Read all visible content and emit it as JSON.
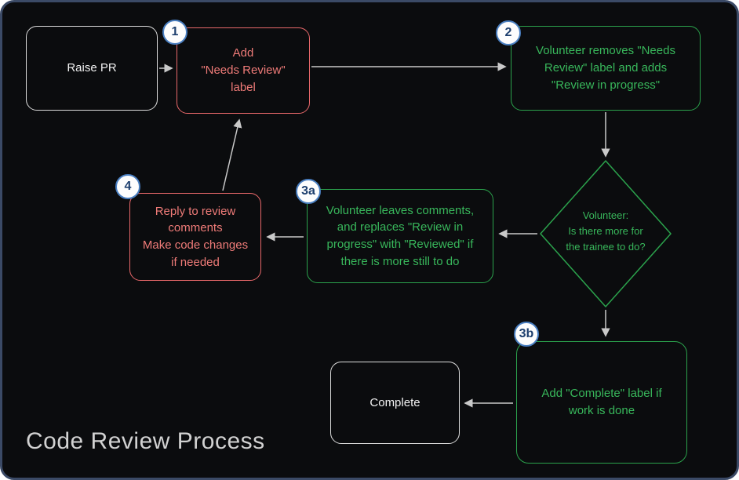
{
  "title": "Code Review Process",
  "colors": {
    "background": "#0b0c0e",
    "frame_border": "#3b4a66",
    "red_node": "#e8686a",
    "green_node": "#2ba24c",
    "plain_node": "#dcdcdc",
    "badge_border": "#4a7fc1",
    "badge_text": "#1d3f6e",
    "arrow": "#c9c9c9",
    "title_text": "#d2d2d2"
  },
  "nodes": {
    "raise_pr": {
      "label": "Raise PR"
    },
    "add_needs_review": {
      "badge": "1",
      "label": "Add\n\"Needs Review\"\nlabel"
    },
    "volunteer_removes": {
      "badge": "2",
      "label": "Volunteer removes \"Needs\nReview\" label and adds\n\"Review in progress\""
    },
    "decision": {
      "label": "Volunteer:\nIs there more for\nthe trainee to do?"
    },
    "leaves_comments": {
      "badge": "3a",
      "label": "Volunteer leaves comments,\nand replaces \"Review in\nprogress\" with \"Reviewed\" if\nthere is more still to do"
    },
    "reply_comments": {
      "badge": "4",
      "label": "Reply to review\ncomments\nMake code changes\nif needed"
    },
    "add_complete": {
      "badge": "3b",
      "label": "Add \"Complete\" label if\nwork is done"
    },
    "complete": {
      "label": "Complete"
    }
  }
}
